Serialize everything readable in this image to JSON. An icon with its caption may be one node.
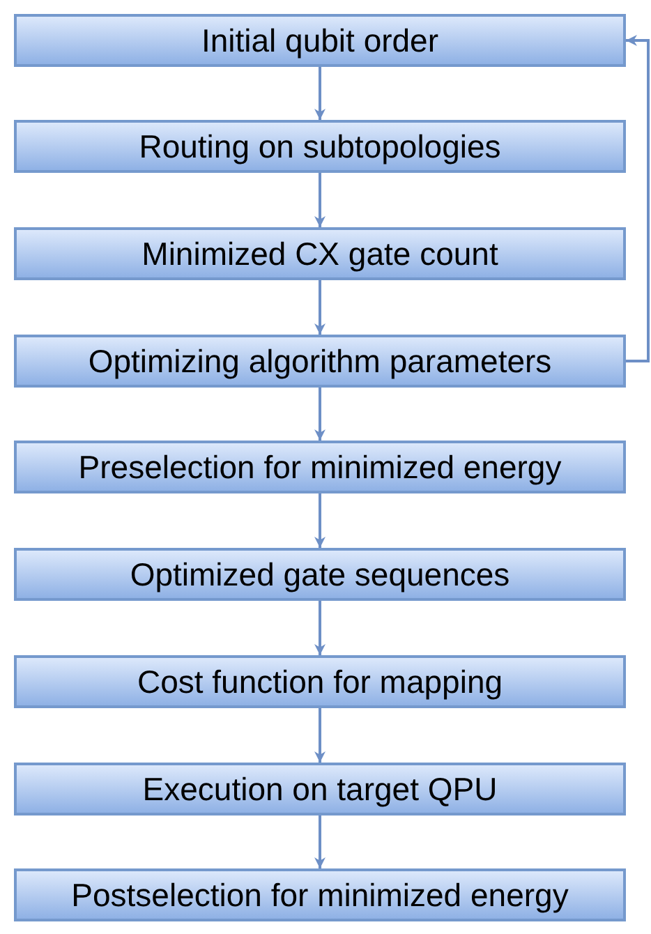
{
  "diagram": {
    "nodes": [
      {
        "text": [
          "Initial qubit order"
        ]
      },
      {
        "text": [
          "Routing on subtopologies"
        ]
      },
      {
        "text": [
          "Minimized CX gate count"
        ]
      },
      {
        "text": [
          "Optimizing algorithm parameters"
        ]
      },
      {
        "text": [
          "Preselection for minimized energy"
        ]
      },
      {
        "text": [
          "Optimized gate sequences"
        ]
      },
      {
        "text": [
          "Cost function for mapping"
        ]
      },
      {
        "text": [
          "Execution on target QPU"
        ]
      },
      {
        "text": [
          "Postselection for minimized energy"
        ]
      }
    ],
    "edges": [
      {
        "from": 0,
        "to": 1,
        "arrow": "to"
      },
      {
        "from": 1,
        "to": 2,
        "arrow": "to"
      },
      {
        "from": 2,
        "to": 3,
        "arrow": "to"
      },
      {
        "from": 3,
        "to": 4,
        "arrow": "to"
      },
      {
        "from": 4,
        "to": 5,
        "arrow": "to"
      },
      {
        "from": 5,
        "to": 6,
        "arrow": "to"
      },
      {
        "from": 6,
        "to": 7,
        "arrow": "to"
      },
      {
        "from": 7,
        "to": 8,
        "arrow": "to"
      },
      {
        "from": 3,
        "to": 0,
        "arrow": "to"
      }
    ]
  }
}
